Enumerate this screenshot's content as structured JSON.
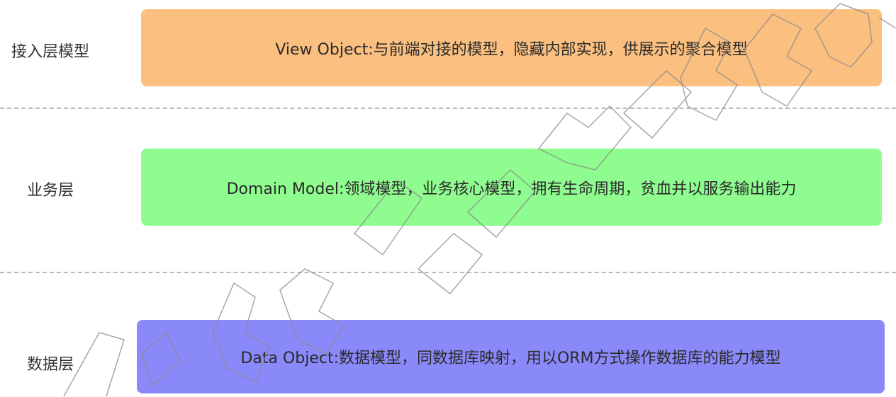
{
  "layers": [
    {
      "label": "接入层模型",
      "description": "View Object:与前端对接的模型，隐藏内部实现，供展示的聚合模型",
      "color": "#fbbf7f"
    },
    {
      "label": "业务层",
      "description": "Domain Model:领域模型，业务核心模型，拥有生命周期，贫血并以服务输出能力",
      "color": "#8ffc8f"
    },
    {
      "label": "数据层",
      "description": "Data Object:数据模型，同数据库映射，用以ORM方式操作数据库的能力模型",
      "color": "#8a89f9"
    }
  ],
  "colors": {
    "divider": "#b8b8b8",
    "text": "#2b2b2b",
    "label": "#333333"
  }
}
